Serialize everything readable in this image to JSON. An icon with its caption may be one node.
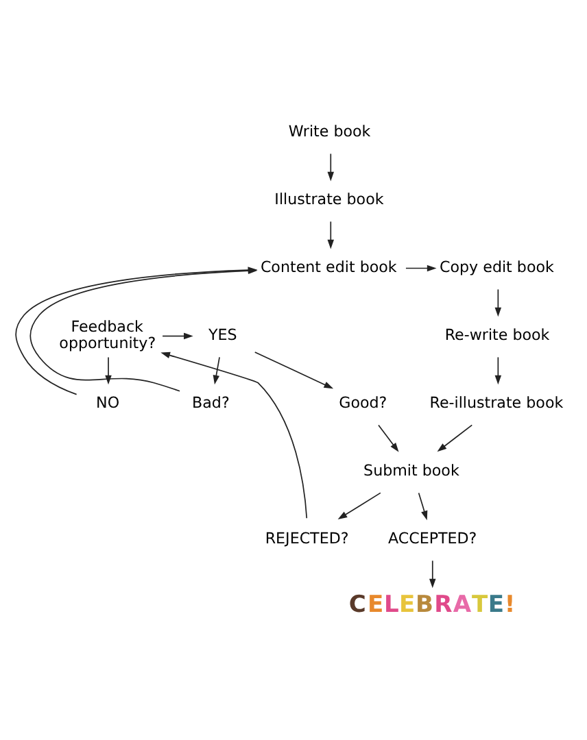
{
  "diagram": {
    "nodes": [
      {
        "text": [
          "Write book"
        ]
      },
      {
        "text": [
          "Illustrate book"
        ]
      },
      {
        "text": [
          "Content edit book"
        ]
      },
      {
        "text": [
          "Copy edit book"
        ]
      },
      {
        "text": [
          "Re-write book"
        ]
      },
      {
        "text": [
          "Re-illustrate book"
        ]
      },
      {
        "text": [
          "Submit book"
        ]
      },
      {
        "text": [
          "NO"
        ]
      },
      {
        "text": [
          "Feedback opportunity?"
        ]
      },
      {
        "text": [
          "YES"
        ]
      },
      {
        "text": [
          "Bad?"
        ]
      },
      {
        "text": [
          "Good?"
        ]
      },
      {
        "text": [
          "REJECTED?"
        ]
      },
      {
        "text": [
          "ACCEPTED?"
        ]
      },
      {
        "text": [
          "CELEBRATE!"
        ]
      }
    ],
    "edges": [
      {
        "from": 0,
        "to": 1,
        "arrow": "to"
      },
      {
        "from": 1,
        "to": 2,
        "arrow": "to"
      },
      {
        "from": 2,
        "to": 3,
        "arrow": "to"
      },
      {
        "from": 3,
        "to": 4,
        "arrow": "to"
      },
      {
        "from": 4,
        "to": 5,
        "arrow": "to"
      },
      {
        "from": 5,
        "to": 6,
        "arrow": "to"
      },
      {
        "from": 8,
        "to": 7,
        "arrow": "to"
      },
      {
        "from": 7,
        "to": 2,
        "arrow": "to"
      },
      {
        "from": 8,
        "to": 9,
        "arrow": "to"
      },
      {
        "from": 9,
        "to": 10,
        "arrow": "to"
      },
      {
        "from": 10,
        "to": 2,
        "arrow": "to"
      },
      {
        "from": 9,
        "to": 11,
        "arrow": "to"
      },
      {
        "from": 11,
        "to": 6,
        "arrow": "to"
      },
      {
        "from": 6,
        "to": 12,
        "arrow": "to"
      },
      {
        "from": 6,
        "to": 13,
        "arrow": "to"
      },
      {
        "from": 12,
        "to": 8,
        "arrow": "to"
      },
      {
        "from": 13,
        "to": 14,
        "arrow": "to"
      }
    ]
  }
}
